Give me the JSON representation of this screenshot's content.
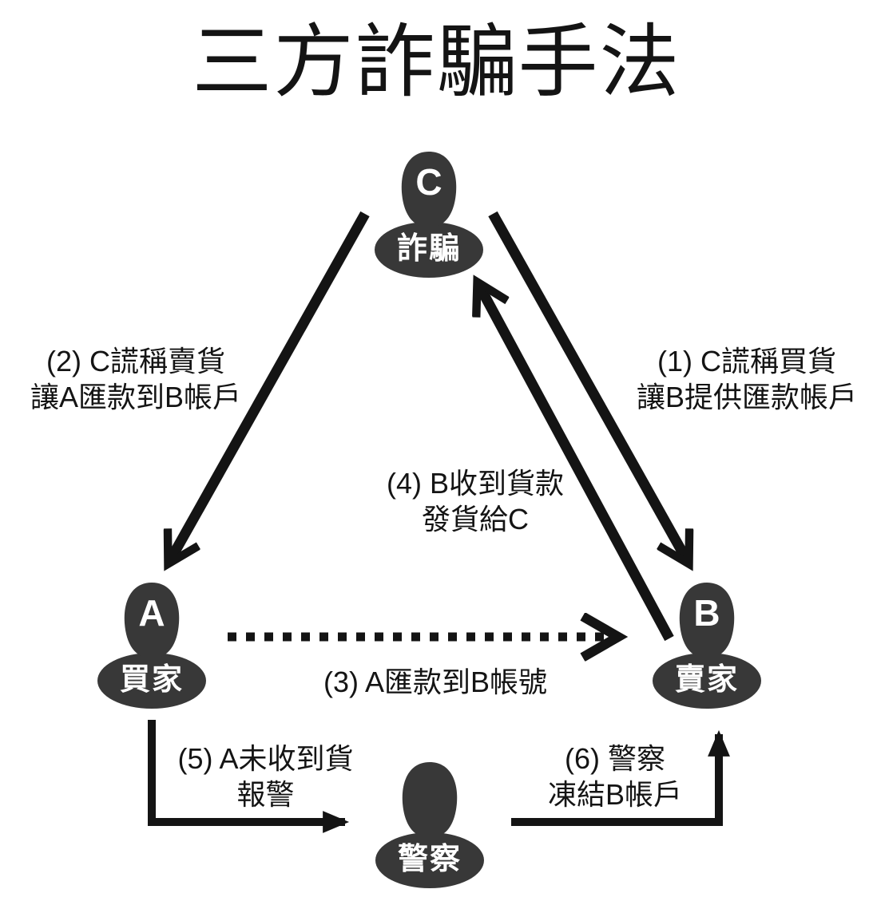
{
  "title": "三方詐騙手法",
  "colors": {
    "background": "#ffffff",
    "figure_fill": "#383838",
    "ink": "#141414",
    "label_text": "#ffffff"
  },
  "actors": {
    "c": {
      "letter": "C",
      "label": "詐騙"
    },
    "a": {
      "letter": "A",
      "label": "買家"
    },
    "b": {
      "letter": "B",
      "label": "賣家"
    },
    "police": {
      "letter": "",
      "label": "警察"
    }
  },
  "steps": {
    "s1": {
      "line1": "(1) C謊稱買貨",
      "line2": "讓B提供匯款帳戶"
    },
    "s2": {
      "line1": "(2) C謊稱賣貨",
      "line2": "讓A匯款到B帳戶"
    },
    "s3": {
      "line1": "(3) A匯款到B帳號"
    },
    "s4": {
      "line1": "(4) B收到貨款",
      "line2": "發貨給C"
    },
    "s5": {
      "line1": "(5) A未收到貨",
      "line2": "報警"
    },
    "s6": {
      "line1": "(6) 警察",
      "line2": "凍結B帳戶"
    }
  },
  "arrows": [
    {
      "id": "arrow-1",
      "from": "C",
      "to": "B",
      "style": "solid-diagonal",
      "step": "s1"
    },
    {
      "id": "arrow-2",
      "from": "C",
      "to": "A",
      "style": "solid-diagonal",
      "step": "s2"
    },
    {
      "id": "arrow-3",
      "from": "A",
      "to": "B",
      "style": "dotted-horizontal",
      "step": "s3"
    },
    {
      "id": "arrow-4",
      "from": "B",
      "to": "C",
      "style": "solid-diagonal",
      "step": "s4"
    },
    {
      "id": "arrow-5",
      "from": "A",
      "to": "police",
      "style": "elbow",
      "step": "s5"
    },
    {
      "id": "arrow-6",
      "from": "police",
      "to": "B",
      "style": "elbow",
      "step": "s6"
    }
  ]
}
